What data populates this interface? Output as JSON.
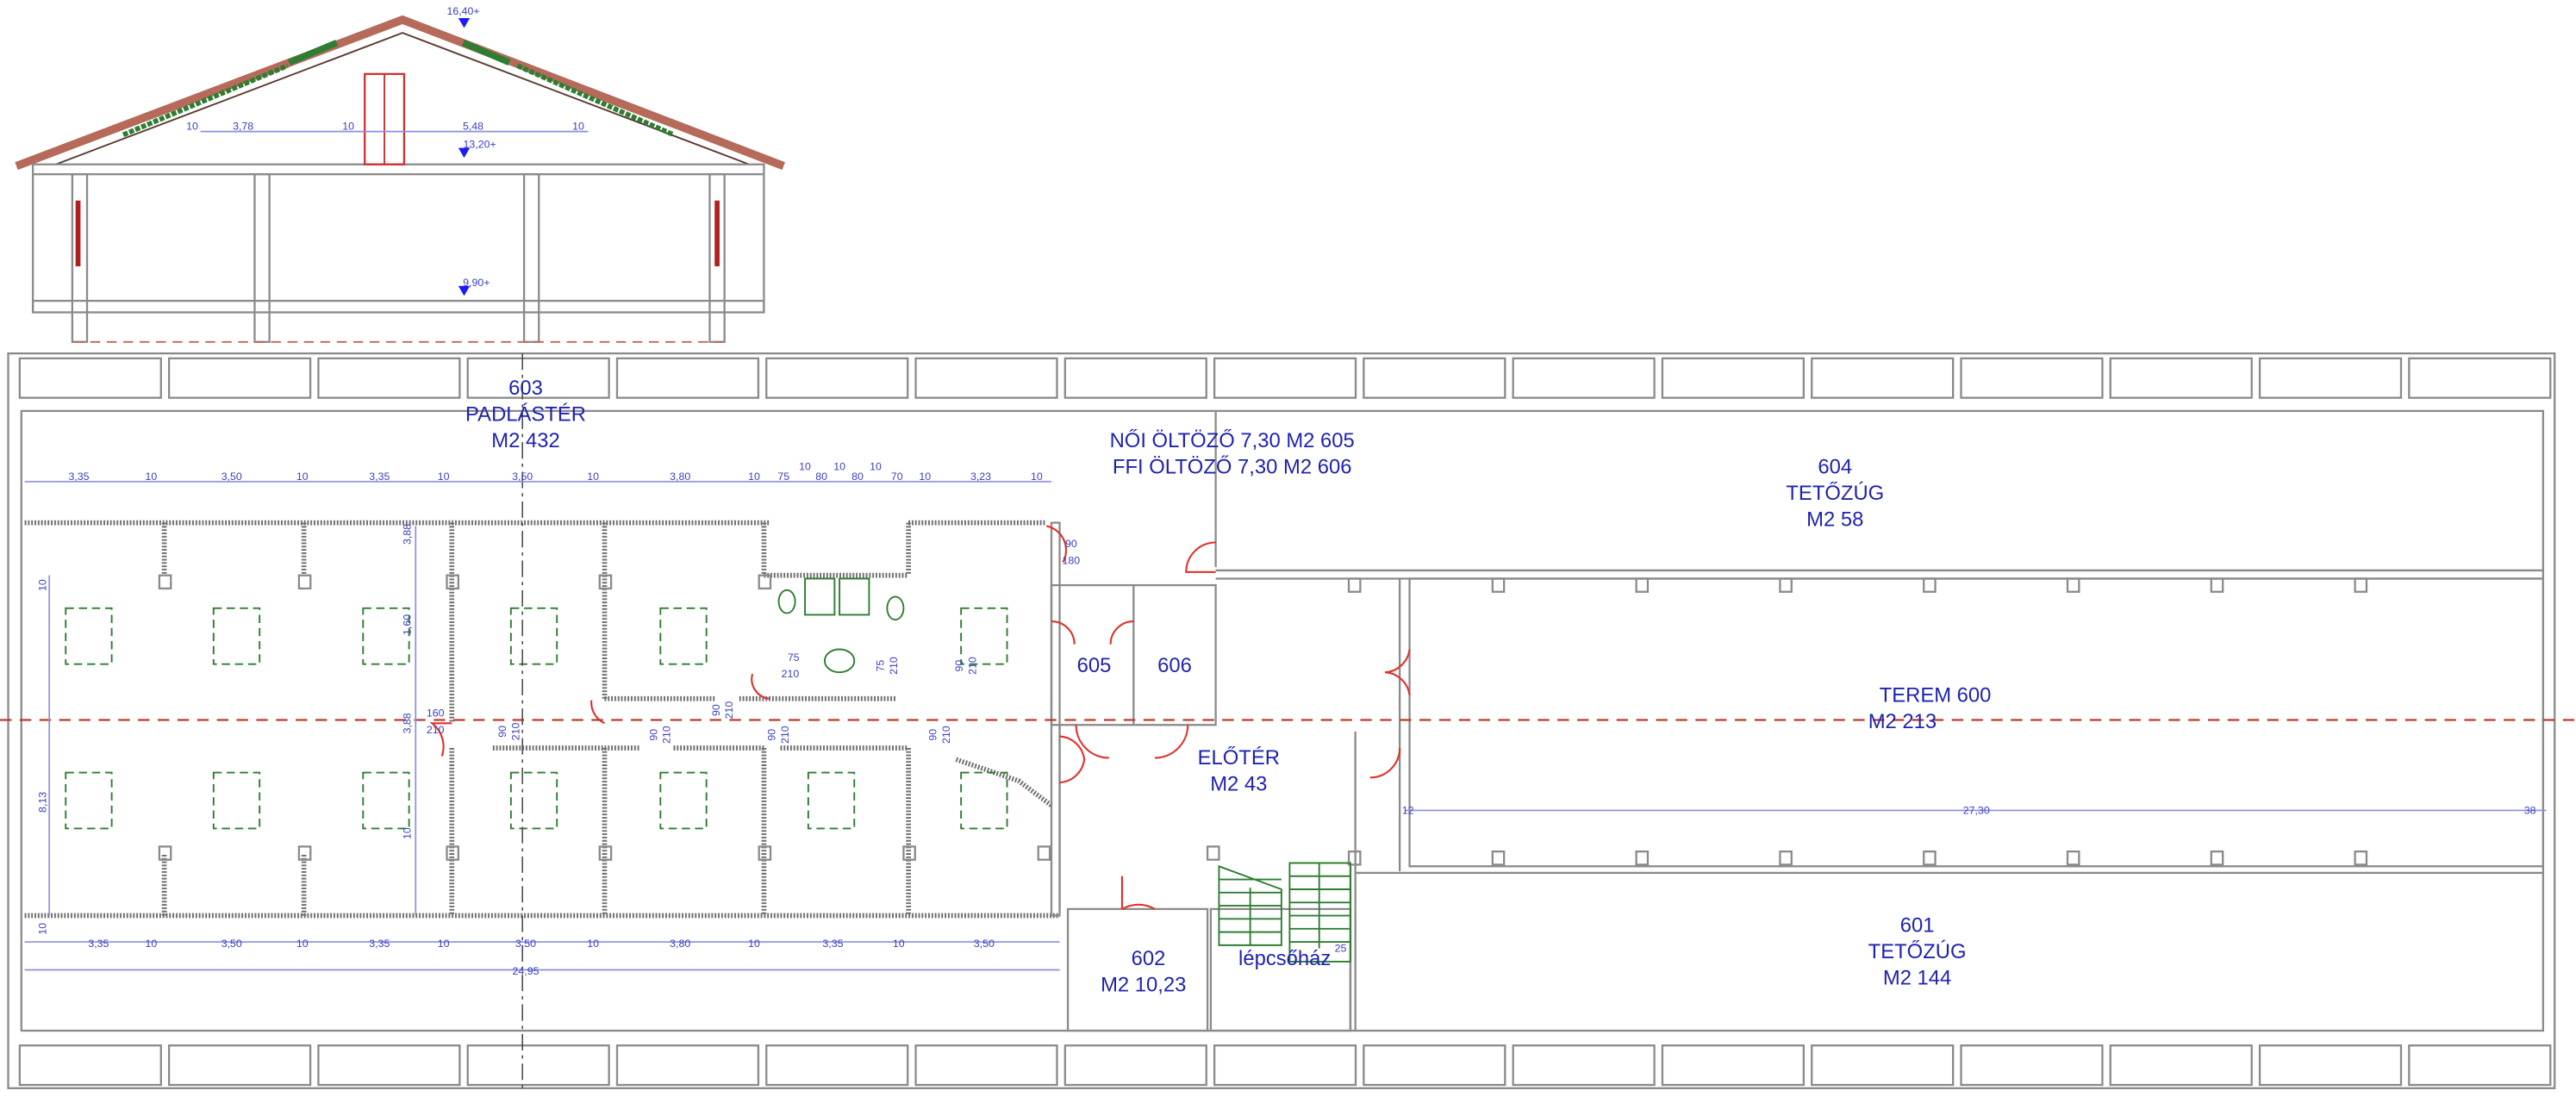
{
  "section": {
    "levels": [
      "16,40+",
      "13,20+",
      "9,90+"
    ],
    "dims": [
      "10",
      "3,78",
      "10",
      "5,48",
      "10"
    ]
  },
  "rooms": {
    "r603": {
      "number": "603",
      "name": "PADLÁSTÉR",
      "area": "M2 432"
    },
    "lockers": {
      "line1": "NŐI ÖLTÖZŐ   7,30 M2    605",
      "line2": "FFI  ÖLTÖZŐ   7,30 M2    606"
    },
    "r604": {
      "number": "604",
      "name": "TETŐZÚG",
      "area": "M2 58"
    },
    "r600": {
      "name": "TEREM    600",
      "area": "M2 213"
    },
    "r605": {
      "number": "605"
    },
    "r606": {
      "number": "606"
    },
    "foyer": {
      "name": "ELŐTÉR",
      "area": "M2 43"
    },
    "r602": {
      "number": "602",
      "area": "M2 10,23"
    },
    "stair": {
      "name": "lépcsőház"
    },
    "r601": {
      "number": "601",
      "name": "TETŐZÚG",
      "area": "M2 144"
    }
  },
  "dims": {
    "top": [
      "3,35",
      "10",
      "3,50",
      "10",
      "3,35",
      "10",
      "3,50",
      "10",
      "3,80",
      "10",
      "75",
      "10",
      "80",
      "10",
      "80",
      "10",
      "70",
      "10",
      "3,23",
      "10"
    ],
    "bottom": [
      "3,35",
      "10",
      "3,50",
      "10",
      "3,35",
      "10",
      "3,50",
      "10",
      "3,80",
      "10",
      "3,35",
      "10",
      "3,50"
    ],
    "total": "24,95",
    "vertical": [
      "10",
      "8,13",
      "10",
      "3,88",
      "1,60",
      "3,88",
      "10"
    ],
    "doors": [
      "90",
      "180",
      "75",
      "210",
      "90",
      "210",
      "90",
      "210",
      "90",
      "210",
      "90",
      "210",
      "90",
      "210",
      "160",
      "210",
      "75",
      "210",
      "90",
      "210"
    ],
    "terem": [
      "12",
      "27,30",
      "38"
    ],
    "stair_step": "25"
  },
  "colors": {
    "text": "#1f23b0",
    "door": "#e0302a",
    "green": "#2e7d32",
    "cut": "#c0392b"
  }
}
